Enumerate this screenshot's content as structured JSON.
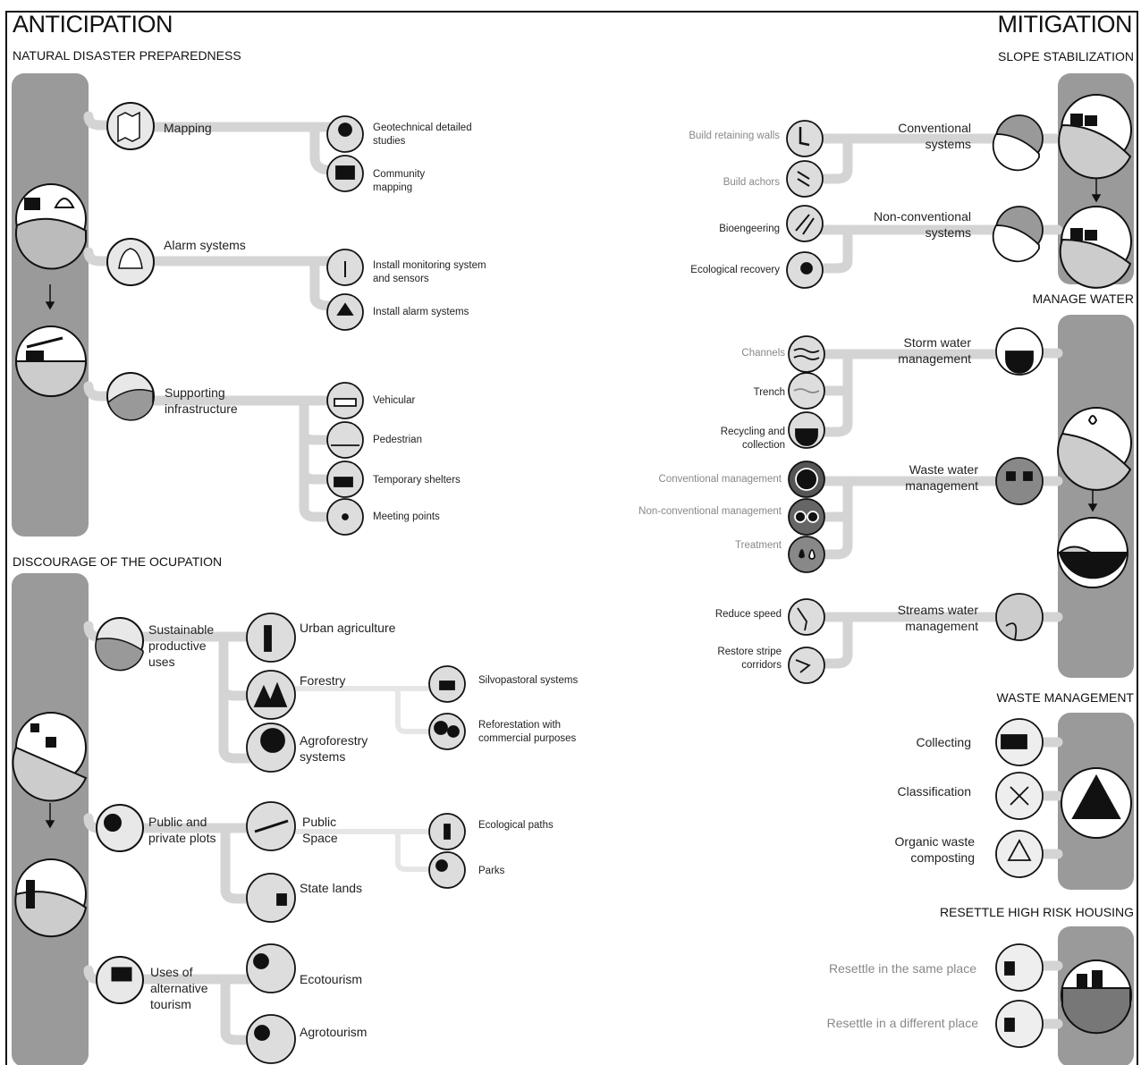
{
  "headers": {
    "left": "ANTICIPATION",
    "right": "MITIGATION"
  },
  "anticipation": {
    "disaster": {
      "title": "NATURAL DISASTER PREPAREDNESS",
      "mapping": {
        "label": "Mapping",
        "items": [
          "Geotechnical detailed studies",
          "Community mapping"
        ]
      },
      "alarm": {
        "label": "Alarm systems",
        "items": [
          "Install monitoring system and sensors",
          "Install alarm systems"
        ]
      },
      "infra": {
        "label": "Supporting infrastructure",
        "items": [
          "Vehicular",
          "Pedestrian",
          "Temporary shelters",
          "Meeting points"
        ]
      }
    },
    "discourage": {
      "title": "DISCOURAGE OF THE OCUPATION",
      "productive": {
        "label": "Sustainable productive uses",
        "items": [
          "Urban agriculture",
          "Forestry",
          "Agroforestry systems"
        ],
        "forestry_items": [
          "Silvopastoral systems",
          "Reforestation with commercial purposes"
        ]
      },
      "plots": {
        "label": "Public and private plots",
        "items": [
          "Public Space",
          "State lands"
        ],
        "space_items": [
          "Ecological paths",
          "Parks"
        ]
      },
      "tourism": {
        "label": "Uses of alternative tourism",
        "items": [
          "Ecotourism",
          "Agrotourism"
        ]
      }
    }
  },
  "mitigation": {
    "slope": {
      "title": "SLOPE STABILIZATION",
      "conventional": {
        "label": "Conventional systems",
        "items": [
          "Build retaining walls",
          "Build achors"
        ]
      },
      "nonconventional": {
        "label": "Non-conventional systems",
        "items": [
          "Bioengeering",
          "Ecological recovery"
        ]
      }
    },
    "water": {
      "title": "MANAGE WATER",
      "storm": {
        "label": "Storm water management",
        "items": [
          "Channels",
          "Trench",
          "Recycling and collection"
        ]
      },
      "waste": {
        "label": "Waste water management",
        "items": [
          "Conventional management",
          "Non-conventional management",
          "Treatment"
        ]
      },
      "streams": {
        "label": "Streams water management",
        "items": [
          "Reduce speed",
          "Restore stripe corridors"
        ]
      }
    },
    "waste_mgmt": {
      "title": "WASTE MANAGEMENT",
      "items": [
        "Collecting",
        "Classification",
        "Organic waste composting"
      ]
    },
    "resettle": {
      "title": "RESETTLE HIGH RISK HOUSING",
      "items": [
        "Resettle in the same place",
        "Resettle in a different place"
      ]
    }
  },
  "colors": {
    "panel": "#9a9a9a",
    "connector": "#d4d4d4",
    "connector_light": "#e6e6e6",
    "muted_text": "#8a8a8a"
  }
}
